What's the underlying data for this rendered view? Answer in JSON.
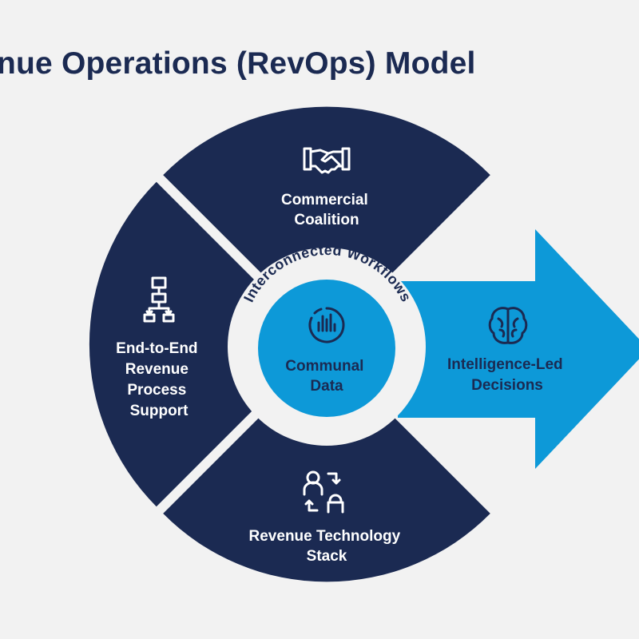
{
  "title": "nue Operations (RevOps) Model",
  "colors": {
    "background": "#f2f2f2",
    "navy": "#1b2a52",
    "blue": "#0d99d8",
    "ring_gap": "#f2f2f2"
  },
  "segments": [
    {
      "key": "top",
      "icon": "handshake-icon",
      "label_lines": [
        "Commercial",
        "Coalition"
      ]
    },
    {
      "key": "left",
      "icon": "flowchart-icon",
      "label_lines": [
        "End-to-End",
        "Revenue",
        "Process",
        "Support"
      ]
    },
    {
      "key": "bottom",
      "icon": "user-exchange-icon",
      "label_lines": [
        "Revenue Technology",
        "Stack"
      ]
    }
  ],
  "arrow": {
    "icon": "brain-icon",
    "label_lines": [
      "Intelligence-Led",
      "Decisions"
    ]
  },
  "center": {
    "ring_text": "Interconnected Workflows",
    "icon": "bar-chart-circle-icon",
    "label_lines": [
      "Communal",
      "Data"
    ]
  }
}
